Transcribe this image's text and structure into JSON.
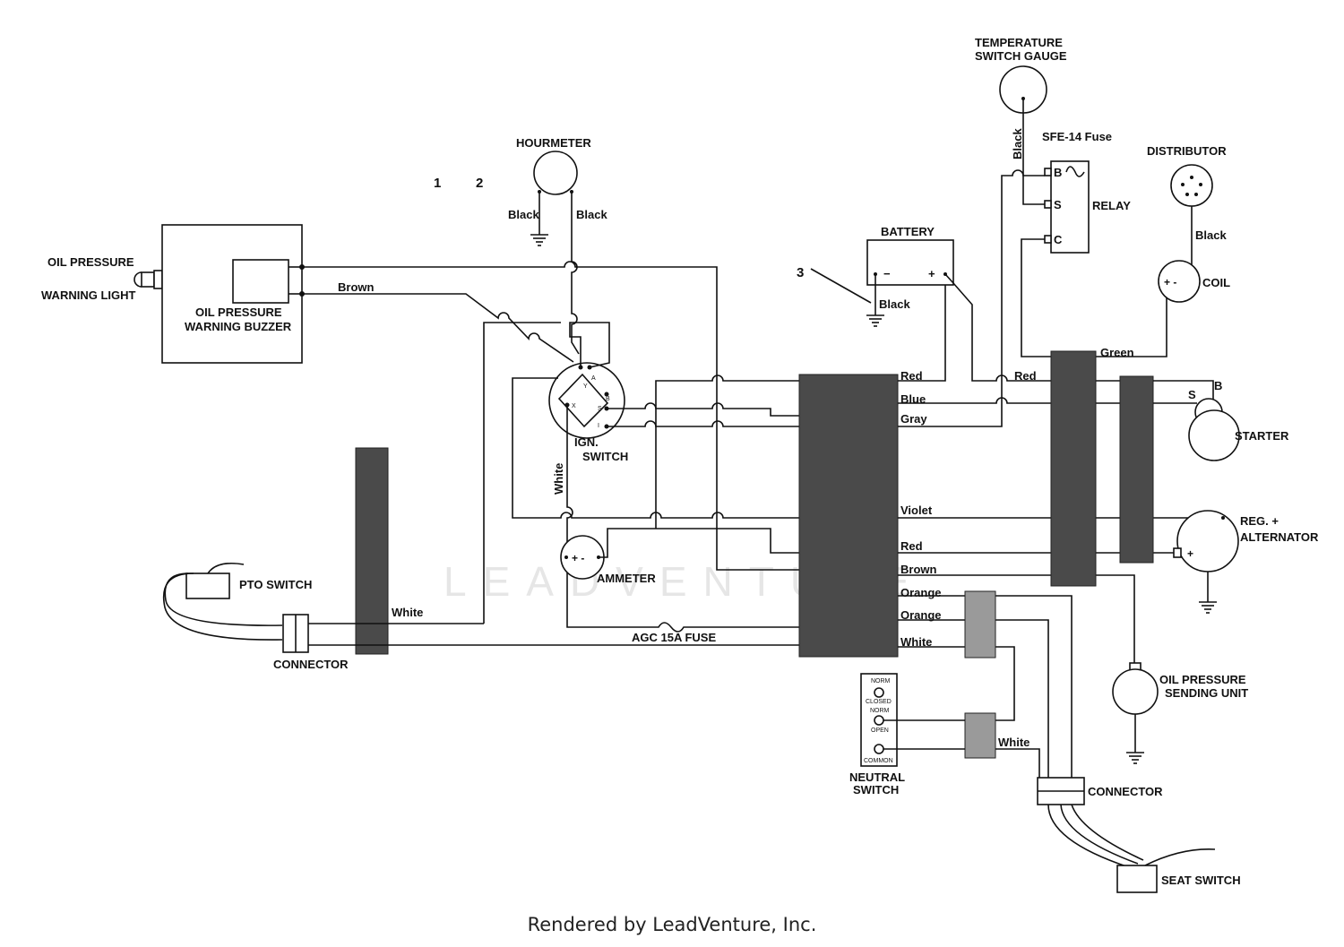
{
  "diagram": {
    "watermark": "LEADVENTURE",
    "labels": {
      "oil_pressure_light_1": "OIL PRESSURE",
      "oil_pressure_light_2": "WARNING LIGHT",
      "buzzer_1": "OIL PRESSURE",
      "buzzer_2": "WARNING BUZZER",
      "hourmeter": "HOURMETER",
      "num_1": "1",
      "num_2": "2",
      "num_3": "3",
      "black": "Black",
      "brown": "Brown",
      "ign_switch_1": "IGN.",
      "ign_switch_2": "SWITCH",
      "white": "White",
      "ammeter": "AMMETER",
      "agc_fuse": "AGC 15A FUSE",
      "pto_switch": "PTO SWITCH",
      "connector": "CONNECTOR",
      "battery": "BATTERY",
      "batt_minus": "−",
      "batt_plus": "+",
      "temp_gauge_1": "TEMPERATURE",
      "temp_gauge_2": "SWITCH GAUGE",
      "sfe_fuse": "SFE-14 Fuse",
      "relay": "RELAY",
      "relay_b": "B",
      "relay_s": "S",
      "relay_c": "C",
      "distributor": "DISTRIBUTOR",
      "coil": "COIL",
      "coil_pm": "+ -",
      "green": "Green",
      "red": "Red",
      "blue": "Blue",
      "gray": "Gray",
      "violet": "Violet",
      "orange": "Orange",
      "starter": "STARTER",
      "starter_s": "S",
      "starter_b": "B",
      "reg_alt_1": "REG. +",
      "reg_alt_2": "ALTERNATOR",
      "oil_sending_1": "OIL PRESSURE",
      "oil_sending_2": "SENDING UNIT",
      "neutral_switch_1": "NEUTRAL",
      "neutral_switch_2": "SWITCH",
      "norm_closed_1": "NORM",
      "norm_closed_2": "CLOSED",
      "norm_open_1": "NORM",
      "norm_open_2": "OPEN",
      "common": "COMMON",
      "seat_switch": "SEAT SWITCH",
      "ign_a": "A",
      "ign_y": "Y",
      "ign_b": "B",
      "ign_x": "X",
      "ign_s": "S",
      "ign_i": "I",
      "ammeter_pm": "+ -"
    }
  },
  "footer": {
    "text": "Rendered by LeadVenture, Inc."
  }
}
